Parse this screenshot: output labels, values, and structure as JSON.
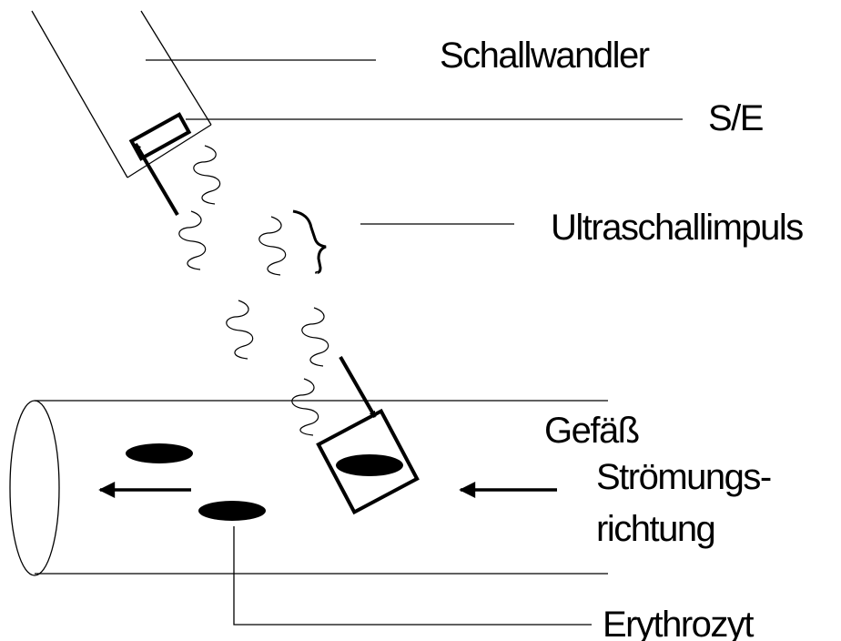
{
  "labels": {
    "transducer": "Schallwandler",
    "sender_receiver": "S/E",
    "ultrasound_pulse": "Ultraschallimpuls",
    "vessel": "Gefäß",
    "flow_direction_line1": "Strömungs-",
    "flow_direction_line2": "richtung",
    "erythrocyte": "Erythrozyt"
  },
  "colors": {
    "ink": "#000000",
    "background": "#ffffff"
  }
}
